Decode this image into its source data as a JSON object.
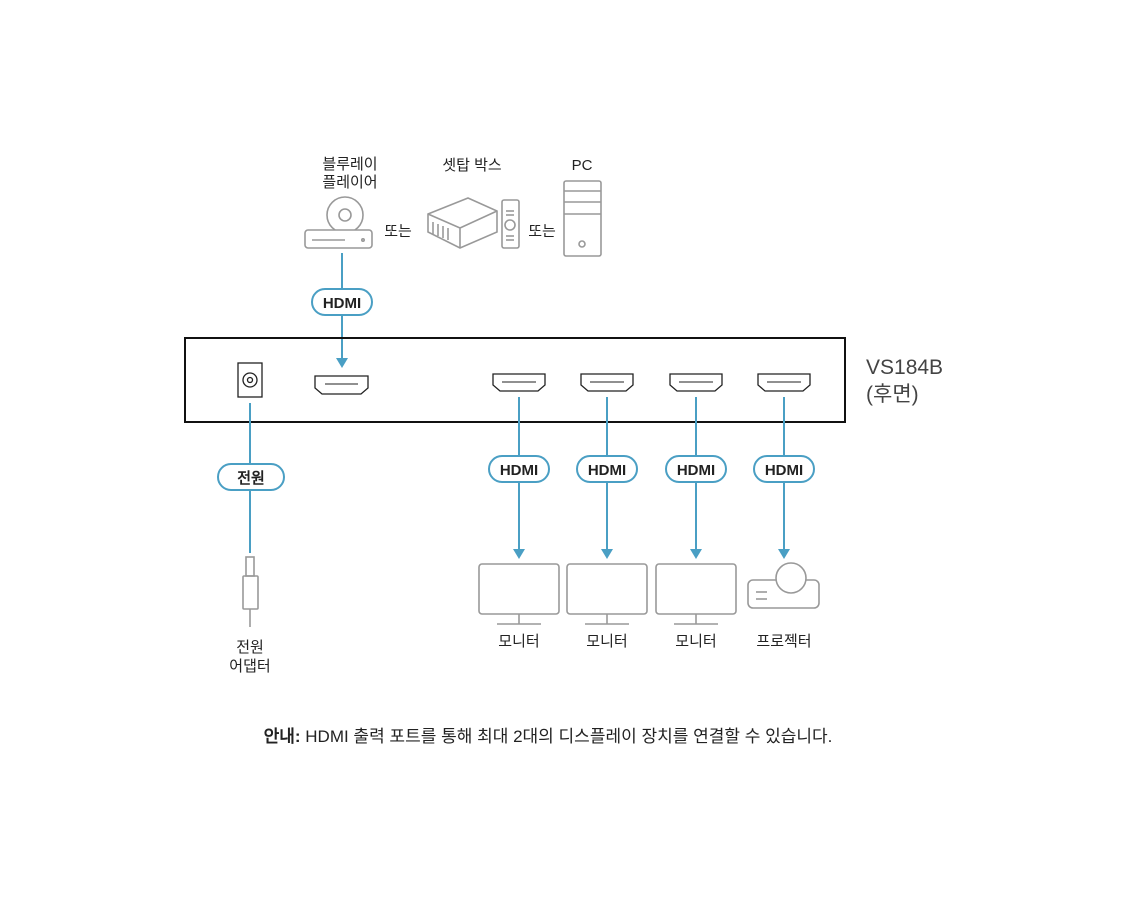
{
  "sources": {
    "bluray_line1": "블루레이",
    "bluray_line2": "플레이어",
    "settop": "셋탑 박스",
    "pc": "PC",
    "or1": "또는",
    "or2": "또는"
  },
  "device": {
    "model": "VS184B",
    "subtitle": "(후면)"
  },
  "cables": {
    "input_hdmi": "HDMI",
    "power": "전원",
    "outputs": [
      "HDMI",
      "HDMI",
      "HDMI",
      "HDMI"
    ]
  },
  "power_adapter": {
    "line1": "전원",
    "line2": "어댑터"
  },
  "displays": [
    "모니터",
    "모니터",
    "모니터",
    "프로젝터"
  ],
  "note": {
    "label": "안내:",
    "text": " HDMI 출력 포트를 통해 최대 2대의 디스플레이 장치를 연결할 수 있습니다."
  },
  "colors": {
    "cable": "#4a9fc4",
    "device_outline": "#999999"
  }
}
